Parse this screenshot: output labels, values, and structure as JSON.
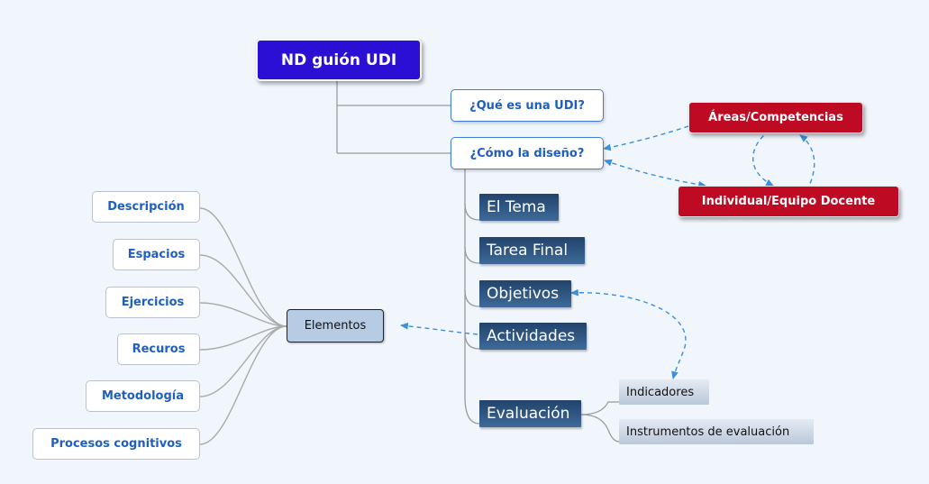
{
  "root": {
    "label": "ND guión UDI"
  },
  "questions": [
    "¿Qué es una UDI?",
    "¿Cómo la diseño?"
  ],
  "side_nodes": [
    "Áreas/Competencias",
    "Individual/Equipo Docente"
  ],
  "steps": [
    "El Tema",
    "Tarea Final",
    "Objetivos",
    "Actividades",
    "Evaluación"
  ],
  "evaluation_items": [
    "Indicadores",
    "Instrumentos de evaluación"
  ],
  "elements": {
    "label": "Elementos",
    "items": [
      "Descripción",
      "Espacios",
      "Ejercicios",
      "Recuros",
      "Metodología",
      "Procesos cognitivos"
    ]
  },
  "colors": {
    "root": "#2b0fd4",
    "question_text": "#1f5fbf",
    "red_node": "#be0a22",
    "step_node": "#2f5684",
    "connector": "#8c8c8c",
    "dashed_arrow": "#3a8fe0",
    "background": "#f1f6fd"
  }
}
